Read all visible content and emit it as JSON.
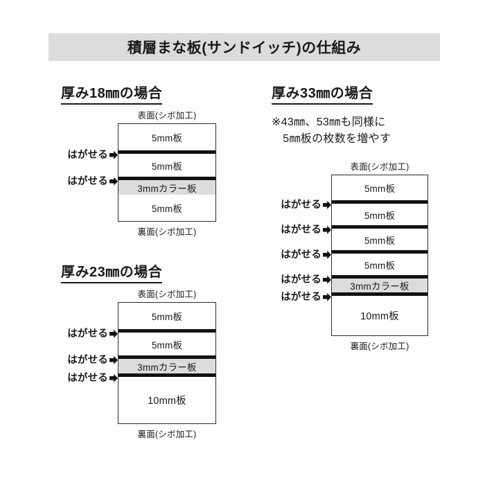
{
  "page": {
    "background": "#fdfdfd",
    "ink": "#1a1a1a",
    "color_board_fill": "#dcdcdc",
    "title_bar_fill": "#dcdcdc"
  },
  "header": {
    "title": "積層まな板(サンドイッチ)の仕組み"
  },
  "labels": {
    "top_face": "表面(シボ加工)",
    "bottom_face": "裏面(シボ加工)",
    "peelable": "はがせる",
    "arrow_icon": "right-arrow-icon"
  },
  "sections": [
    {
      "id": "18mm",
      "title": "厚み18㎜の場合",
      "note": "",
      "top_label": "表面(シボ加工)",
      "bottom_label": "裏面(シボ加工)",
      "layers": [
        {
          "label": "5mm板",
          "type": "board",
          "peelable_above": false,
          "height": 38
        },
        {
          "label": "5mm板",
          "type": "board",
          "peelable_above": true,
          "height": 38
        },
        {
          "label": "3mmカラー板",
          "type": "color-board",
          "peelable_above": true,
          "height": 26
        },
        {
          "label": "5mm板",
          "type": "board",
          "peelable_above": false,
          "height": 38
        }
      ]
    },
    {
      "id": "23mm",
      "title": "厚み23㎜の場合",
      "note": "",
      "top_label": "表面(シボ加工)",
      "bottom_label": "裏面(シボ加工)",
      "layers": [
        {
          "label": "5mm板",
          "type": "board",
          "peelable_above": false,
          "height": 38
        },
        {
          "label": "5mm板",
          "type": "board",
          "peelable_above": true,
          "height": 38
        },
        {
          "label": "3mmカラー板",
          "type": "color-board",
          "peelable_above": true,
          "height": 26
        },
        {
          "label": "10mm板",
          "type": "board",
          "peelable_above": true,
          "height": 72
        }
      ]
    },
    {
      "id": "33mm",
      "title": "厚み33㎜の場合",
      "note": "※43㎜、53㎜も同様に\n　5㎜板の枚数を増やす",
      "top_label": "表面(シボ加工)",
      "bottom_label": "裏面(シボ加工)",
      "layers": [
        {
          "label": "5mm板",
          "type": "board",
          "peelable_above": false,
          "height": 36
        },
        {
          "label": "5mm板",
          "type": "board",
          "peelable_above": true,
          "height": 36
        },
        {
          "label": "5mm板",
          "type": "board",
          "peelable_above": true,
          "height": 36
        },
        {
          "label": "5mm板",
          "type": "board",
          "peelable_above": true,
          "height": 36
        },
        {
          "label": "3mmカラー板",
          "type": "color-board",
          "peelable_above": true,
          "height": 25
        },
        {
          "label": "10mm板",
          "type": "board",
          "peelable_above": true,
          "height": 62
        }
      ]
    }
  ]
}
